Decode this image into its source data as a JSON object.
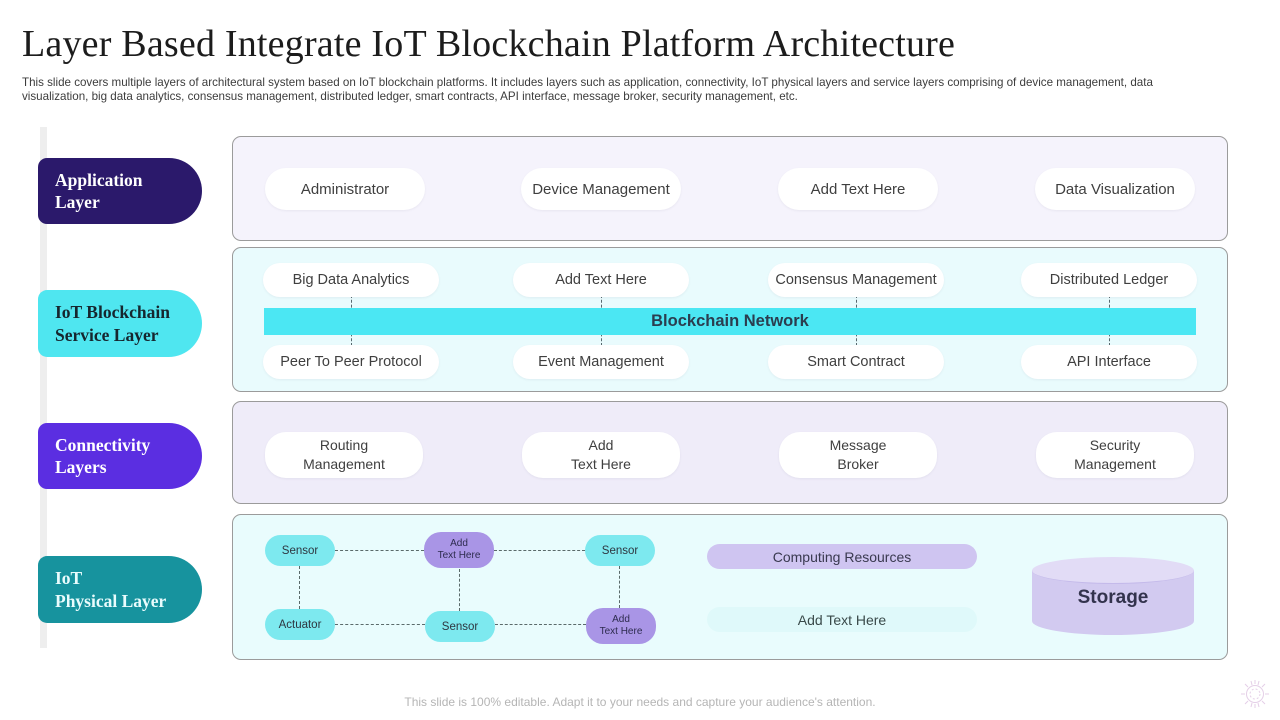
{
  "title": "Layer Based Integrate IoT Blockchain Platform Architecture",
  "subtitle": "This slide covers multiple layers of architectural system based on IoT blockchain platforms. It includes layers such as application, connectivity, IoT physical layers and service layers comprising of device management, data visualization, big data analytics, consensus management, distributed ledger, smart contracts, API interface, message broker, security management, etc.",
  "footer": "This slide is 100% editable. Adapt it to your needs and capture your audience's attention.",
  "colors": {
    "application_layer": "#2b196b",
    "service_layer": "#4fe6f0",
    "connectivity_layer": "#5b2ee1",
    "physical_layer": "#17939e",
    "blockchain_bar": "#4be7f3",
    "node_cyan": "#7de9ef",
    "node_purple": "#a995e6",
    "lavender_box": "#f5f3fc",
    "cyan_box": "#e9fbfd"
  },
  "sidebar": {
    "labels": [
      {
        "line1": "Application",
        "line2": "Layer"
      },
      {
        "line1": "IoT Blockchain",
        "line2": "Service Layer"
      },
      {
        "line1": "Connectivity",
        "line2": "Layers"
      },
      {
        "line1": "IoT",
        "line2": "Physical Layer"
      }
    ]
  },
  "application_box": {
    "pills": [
      "Administrator",
      "Device Management",
      "Add Text Here",
      "Data Visualization"
    ]
  },
  "service_box": {
    "top_pills": [
      "Big Data Analytics",
      "Add Text Here",
      "Consensus Management",
      "Distributed Ledger"
    ],
    "bar_label": "Blockchain Network",
    "bottom_pills": [
      "Peer To Peer Protocol",
      "Event Management",
      "Smart Contract",
      "API Interface"
    ]
  },
  "connectivity_box": {
    "pills": [
      {
        "line1": "Routing",
        "line2": "Management"
      },
      {
        "line1": "Add",
        "line2": "Text Here"
      },
      {
        "line1": "Message",
        "line2": "Broker"
      },
      {
        "line1": "Security",
        "line2": "Management"
      }
    ]
  },
  "physical_box": {
    "nodes": {
      "sensor_top_left": "Sensor",
      "add_text_top_mid": {
        "line1": "Add",
        "line2": "Text Here"
      },
      "sensor_top_right": "Sensor",
      "actuator_bottom_left": "Actuator",
      "sensor_bottom_mid": "Sensor",
      "add_text_bottom_right": {
        "line1": "Add",
        "line2": "Text Here"
      }
    },
    "computing_pill": "Computing Resources",
    "add_text_pill": "Add Text Here",
    "storage_label": "Storage"
  }
}
